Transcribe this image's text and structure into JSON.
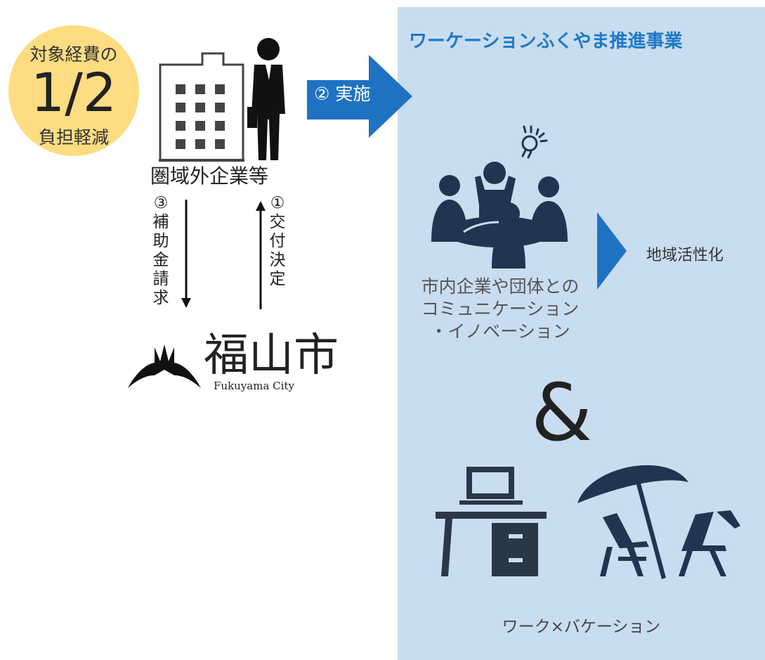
{
  "badge": {
    "top": "対象経費の",
    "ratio": "1/2",
    "bottom": "負担軽減",
    "color": "#fddc82"
  },
  "arrow_implement": {
    "label": "② 実施",
    "color": "#1f72c2"
  },
  "company_label": "圏域外企業等",
  "step3": {
    "num": "③",
    "label": "補助金請求"
  },
  "step1": {
    "num": "①",
    "label": "交付決定"
  },
  "city": {
    "name_ja": "福山市",
    "name_en": "Fukuyama City"
  },
  "panel": {
    "title": "ワーケーションふくやま推進事業",
    "community_lines": [
      "市内企業や団体との",
      "コミュニケーション",
      "・イノベーション"
    ],
    "region_label": "地域活性化",
    "ampersand": "&",
    "workation": "ワーク×バケーション",
    "background": "#c9ddf0",
    "accent": "#1f78c8"
  },
  "icons": [
    "office-building-icon",
    "businessman-icon",
    "meeting-people-icon",
    "lightbulb-icon",
    "desk-laptop-icon",
    "beach-chairs-icon",
    "city-logo-icon"
  ]
}
